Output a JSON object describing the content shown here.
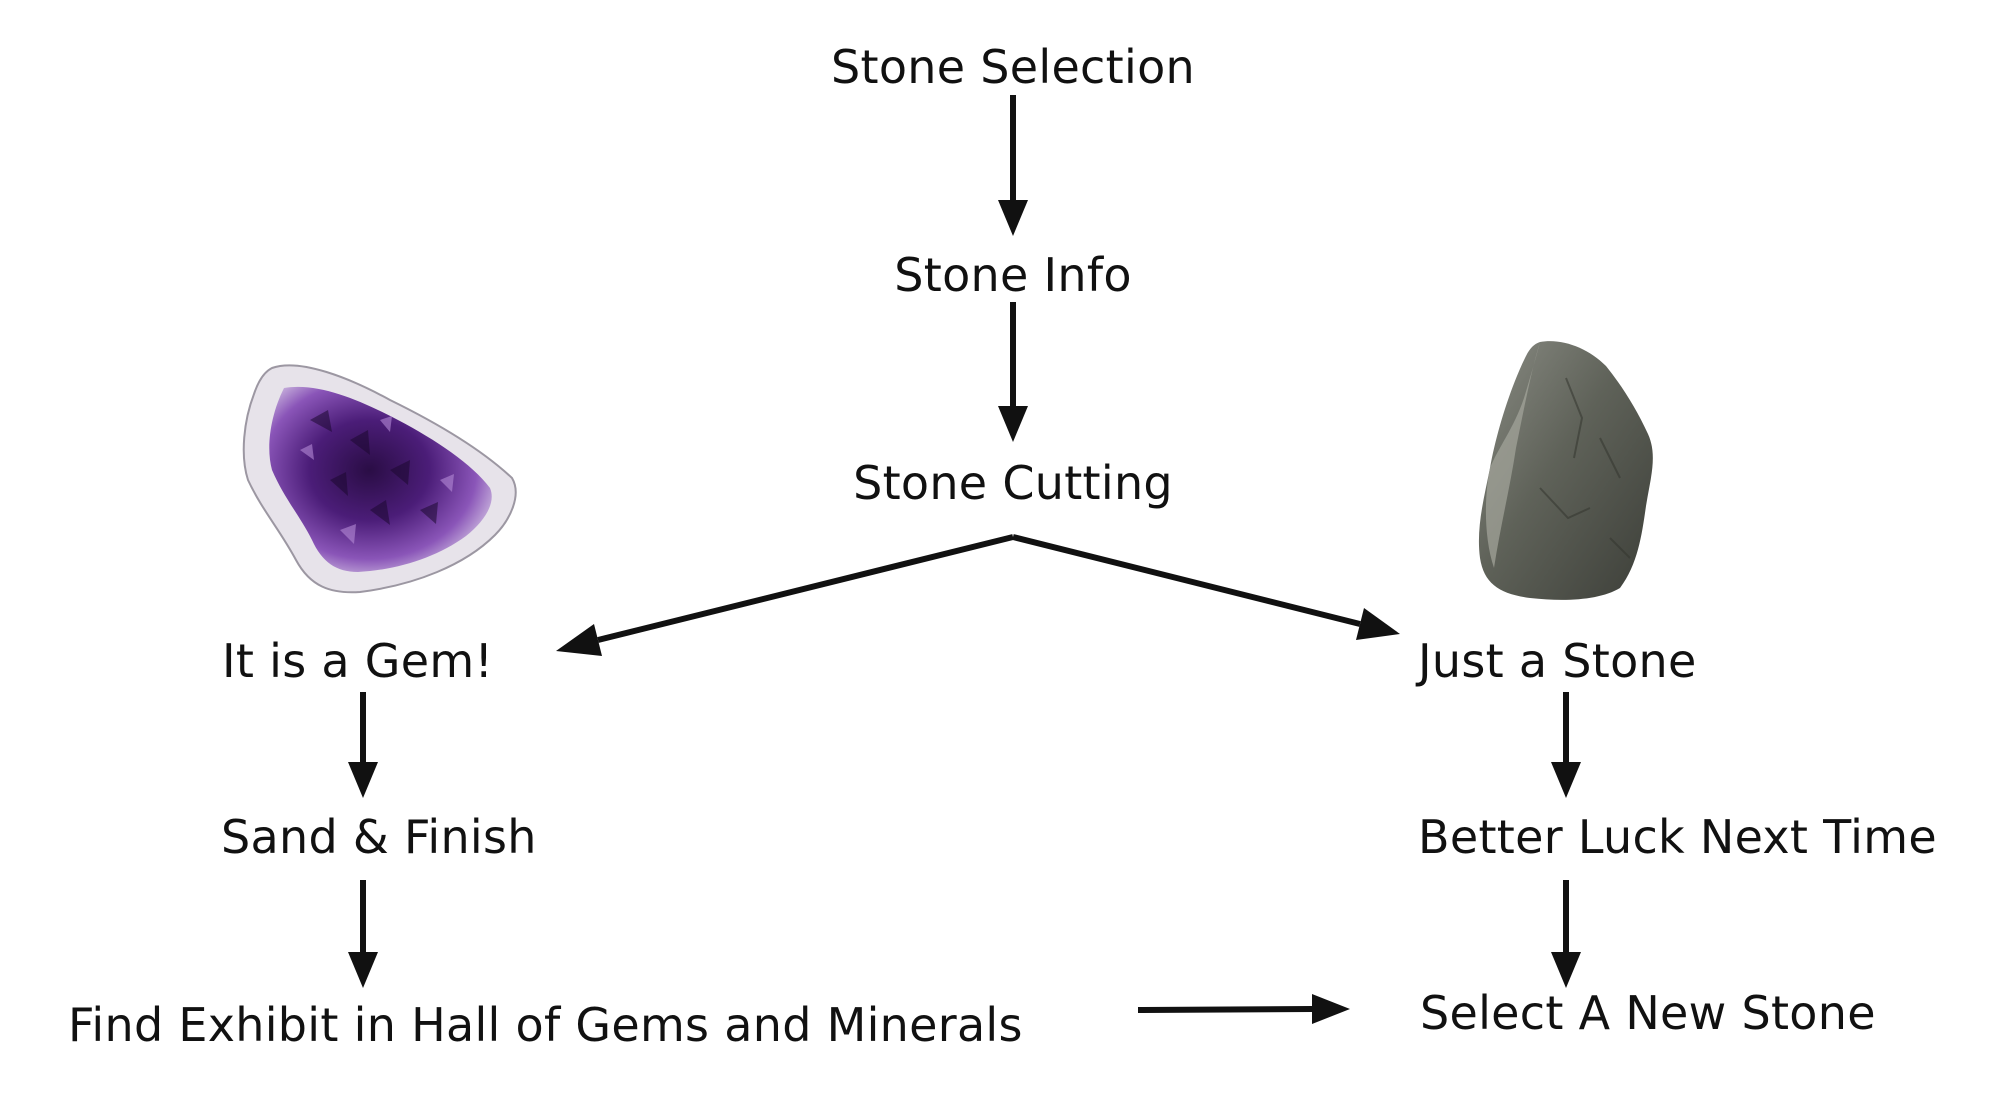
{
  "nodes": {
    "stone_selection": "Stone Selection",
    "stone_info": "Stone Info",
    "stone_cutting": "Stone Cutting",
    "gem": "It is a Gem!",
    "just_stone": "Just a Stone",
    "sand_finish": "Sand & Finish",
    "better_luck": "Better Luck Next Time",
    "find_exhibit": "Find Exhibit in Hall of Gems and Minerals",
    "select_new": "Select A New Stone"
  },
  "images": {
    "gem_image": "amethyst-geode",
    "stone_image": "gray-rock"
  },
  "colors": {
    "text": "#111111",
    "arrow": "#111111",
    "amethyst": "#5b2a86",
    "rock": "#6e7068"
  }
}
